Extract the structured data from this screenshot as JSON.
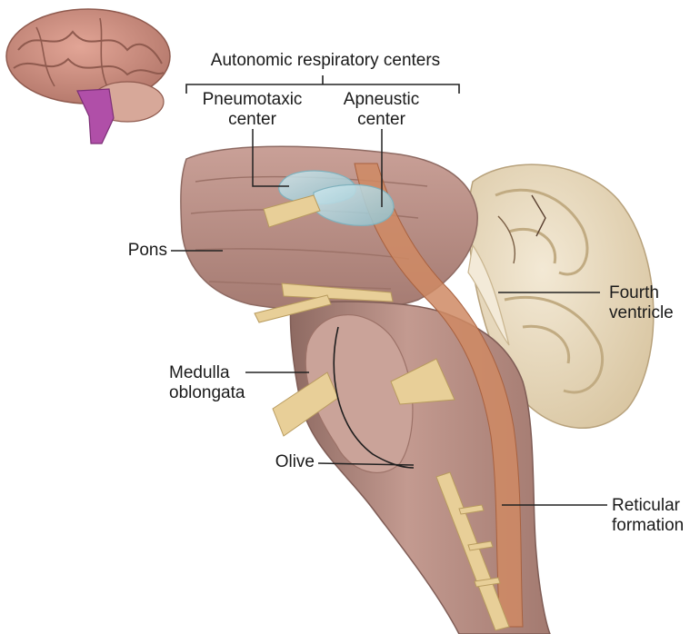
{
  "labels": {
    "group_header": "Autonomic respiratory centers",
    "pneumotaxic": "Pneumotaxic\ncenter",
    "apneustic": "Apneustic\ncenter",
    "pons": "Pons",
    "fourth_ventricle": "Fourth\nventricle",
    "medulla": "Medulla\noblongata",
    "olive": "Olive",
    "reticular": "Reticular\nformation"
  },
  "colors": {
    "brainstem": "#b98f86",
    "brainstem_shadow": "#8e6a62",
    "brainstem_highlight": "#d8b7ae",
    "cerebellum": "#ebdcc0",
    "cerebellum_fold": "#c9b58f",
    "nerve": "#e8cf98",
    "respiratory_center": "#a9d3dc",
    "reticular": "#cf8a64",
    "thumbnail_brain": "#c98b7c",
    "thumbnail_highlight": "#b04fa8",
    "leader_line": "#222222"
  }
}
